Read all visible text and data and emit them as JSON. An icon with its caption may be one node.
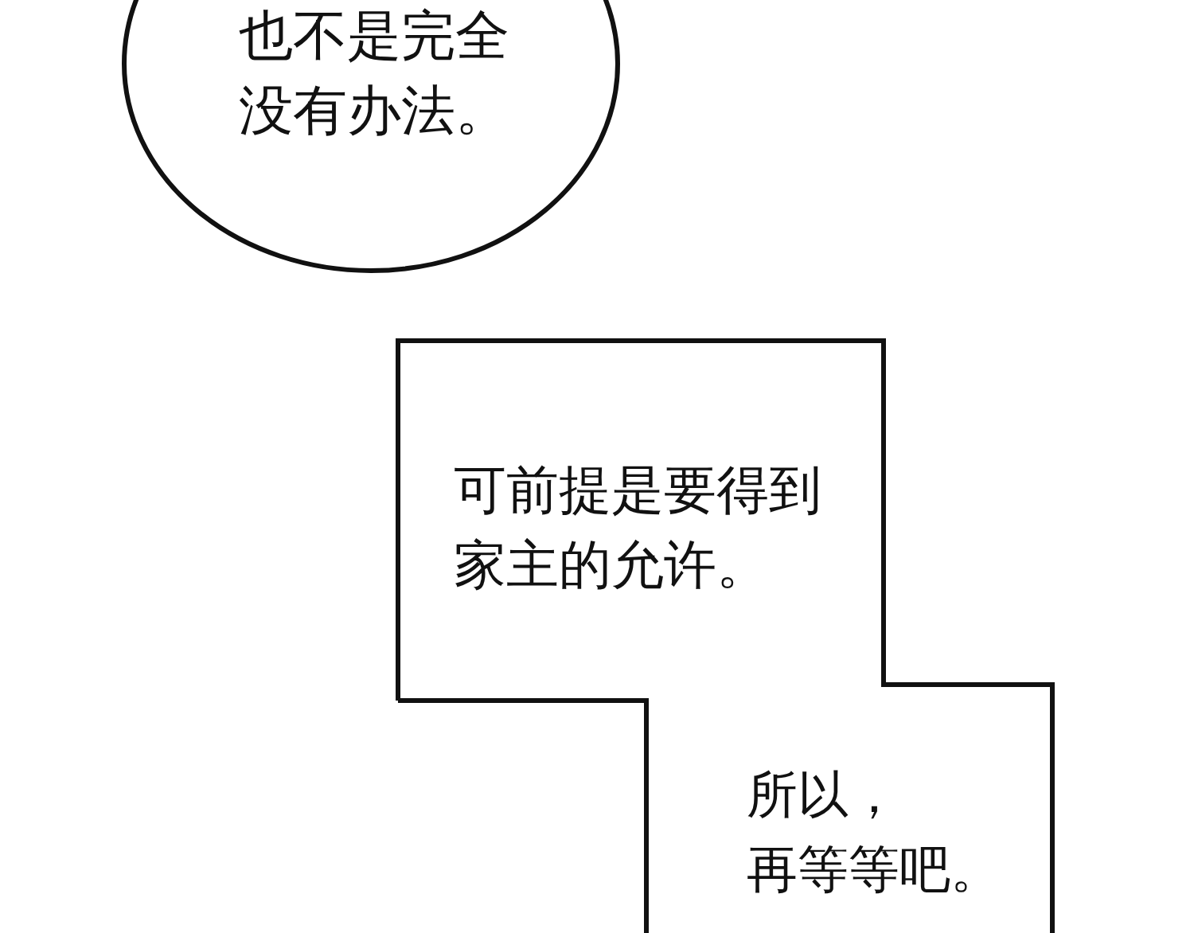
{
  "diagram": {
    "nodes": [
      {
        "text": [
          "也不是完全没有办法。"
        ]
      },
      {
        "text": [
          "可前提是要得到家主的允许。"
        ]
      },
      {
        "text": [
          "所以，再等等吧。"
        ]
      }
    ]
  }
}
